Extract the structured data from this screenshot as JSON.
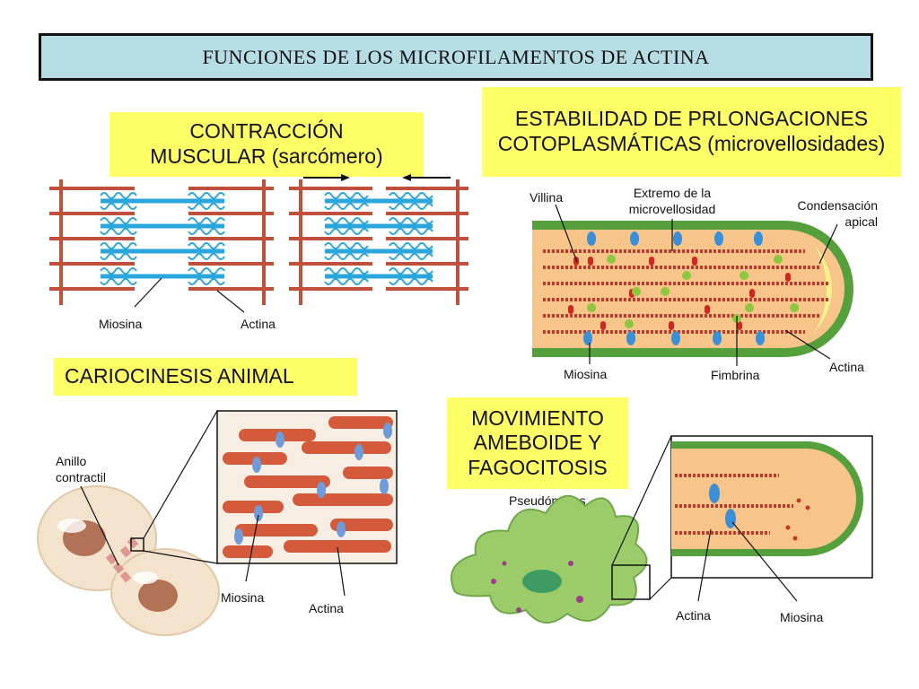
{
  "title": "FUNCIONES DE LOS MICROFILAMENTOS DE ACTINA",
  "sections": {
    "muscle": {
      "heading": "CONTRACCIÓN MUSCULAR (sarcómero)",
      "labels": {
        "myosin": "Miosina",
        "actin": "Actina"
      }
    },
    "microvilli": {
      "heading": "ESTABILIDAD DE PRLONGACIONES COTOPLASMÁTICAS (microvellosidades)",
      "labels": {
        "villin": "Villina",
        "tip": "Extremo de la microvellosidad",
        "apical": "Condensación apical",
        "myosin": "Miosina",
        "fimbrin": "Fimbrina",
        "actin": "Actina"
      }
    },
    "karyokinesis": {
      "heading": "CARIOCINESIS ANIMAL",
      "labels": {
        "ring": "Anillo contractil",
        "myosin": "Miosina",
        "actin": "Actina"
      }
    },
    "amoeboid": {
      "heading": "MOVIMIENTO AMEBOIDE Y FAGOCITOSIS",
      "labels": {
        "pseudopods": "Pseudópodos",
        "actin": "Actina",
        "myosin": "Miosina"
      }
    }
  },
  "colors": {
    "header_bg": "#b7dde4",
    "highlight": "#ffff66",
    "actin": "#cc4433",
    "myosin": "#2aa6dc",
    "membrane": "#55a03c",
    "cytoplasm": "#f7c48a"
  }
}
